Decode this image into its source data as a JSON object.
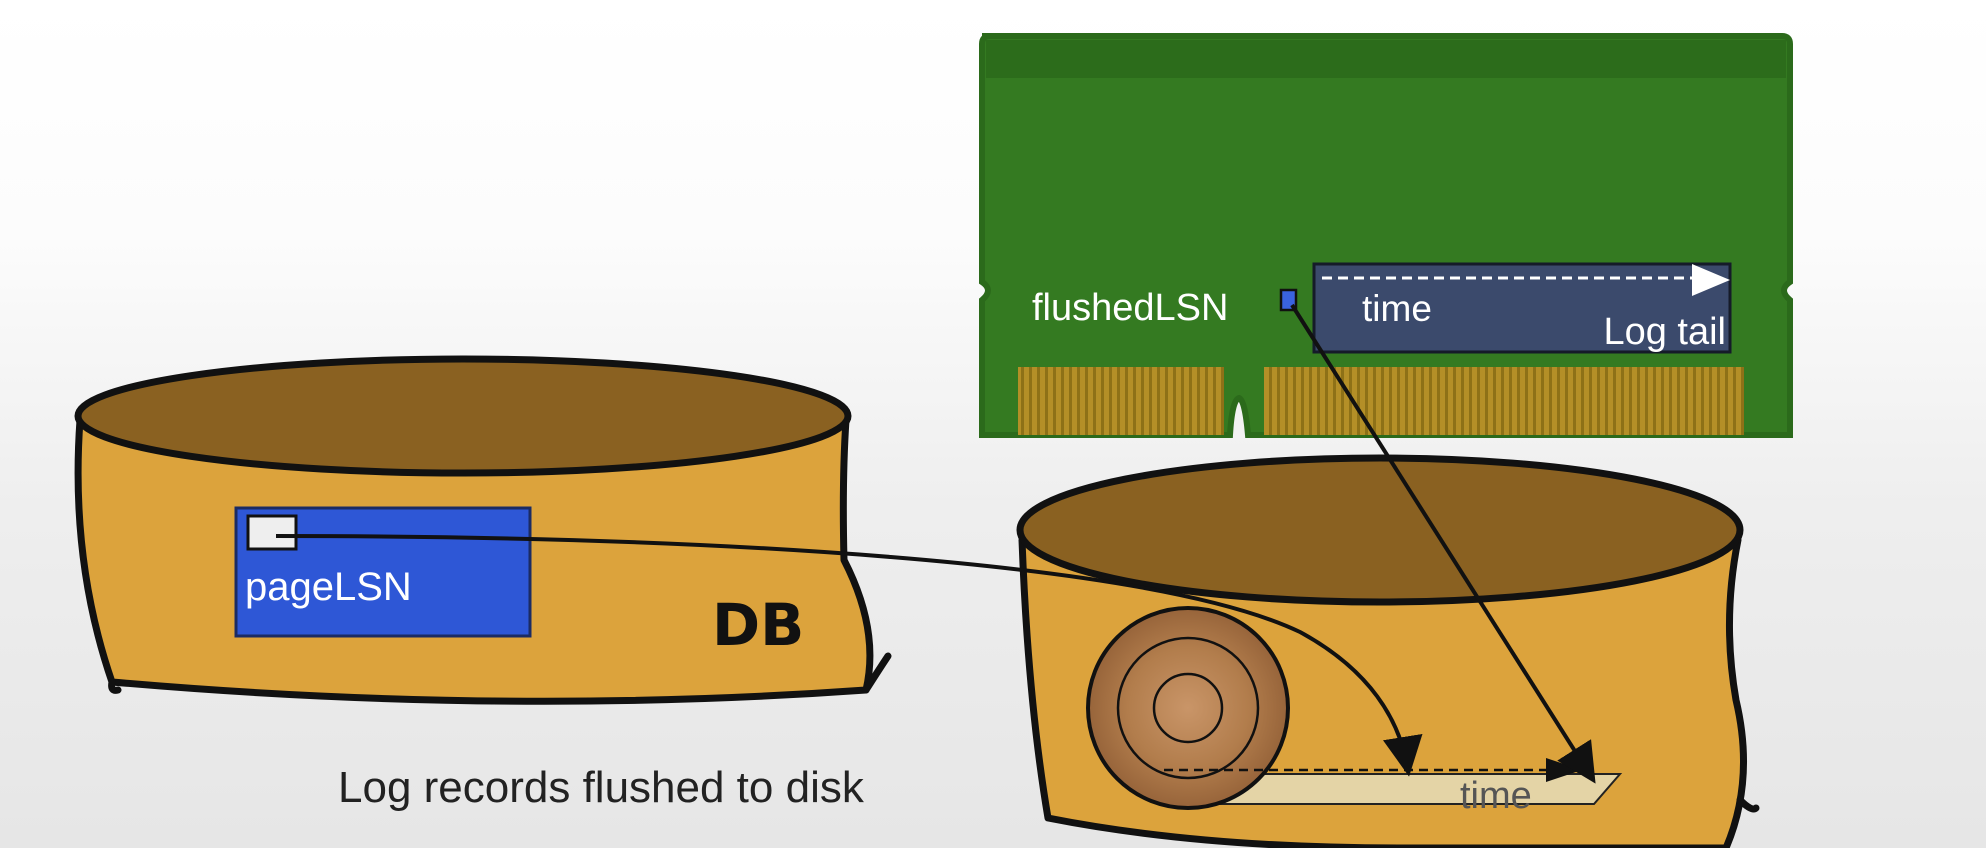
{
  "ram_module": {
    "flushed_lsn_label": "flushedLSN",
    "log_tail": {
      "time_label": "time",
      "title": "Log tail"
    }
  },
  "db_disk": {
    "page": {
      "label": "pageLSN"
    },
    "label": "DB"
  },
  "log_disk": {
    "time_label": "time"
  },
  "caption": "Log records flushed to disk",
  "colors": {
    "ram_green": "#357a23",
    "ram_dark_green": "#2a6a1b",
    "pins_gold": "#b08f27",
    "disk_body": "#dca33d",
    "disk_top": "#8a6121",
    "page_blue": "#2f57d6",
    "log_tail_bg": "#3c4a6b",
    "wood": "#b9814f"
  }
}
